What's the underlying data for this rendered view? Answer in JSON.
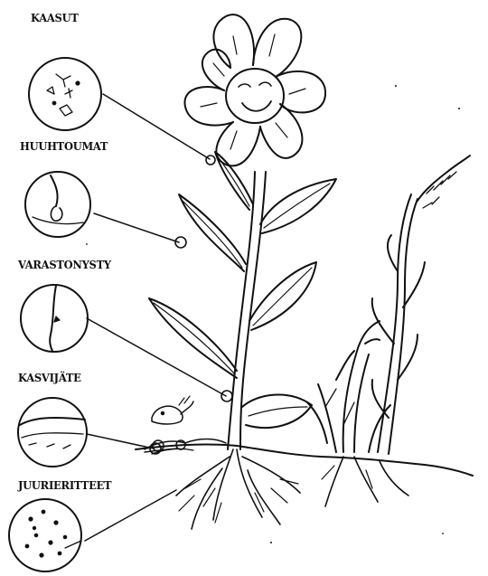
{
  "labels": {
    "kaasut": "KAASUT",
    "huuhtoumat": "HUUHTOUMAT",
    "varastonysty": "VARASTONYSTY",
    "kasvijate": "KASVIJÄTE",
    "juurieritteet": "JUURIERITTEET"
  },
  "colors": {
    "ink": "#111111",
    "background": "#ffffff"
  }
}
